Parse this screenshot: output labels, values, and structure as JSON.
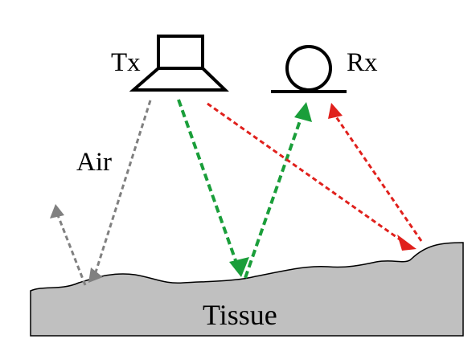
{
  "labels": {
    "transmitter": "Tx",
    "receiver": "Rx",
    "medium": "Air",
    "target": "Tissue"
  },
  "colors": {
    "background": "#ffffff",
    "outline": "#000000",
    "tissue_fill": "#c0c0c0",
    "air_path": "#808080",
    "main_path": "#1a9e3a",
    "scatter_path": "#e0201c"
  }
}
